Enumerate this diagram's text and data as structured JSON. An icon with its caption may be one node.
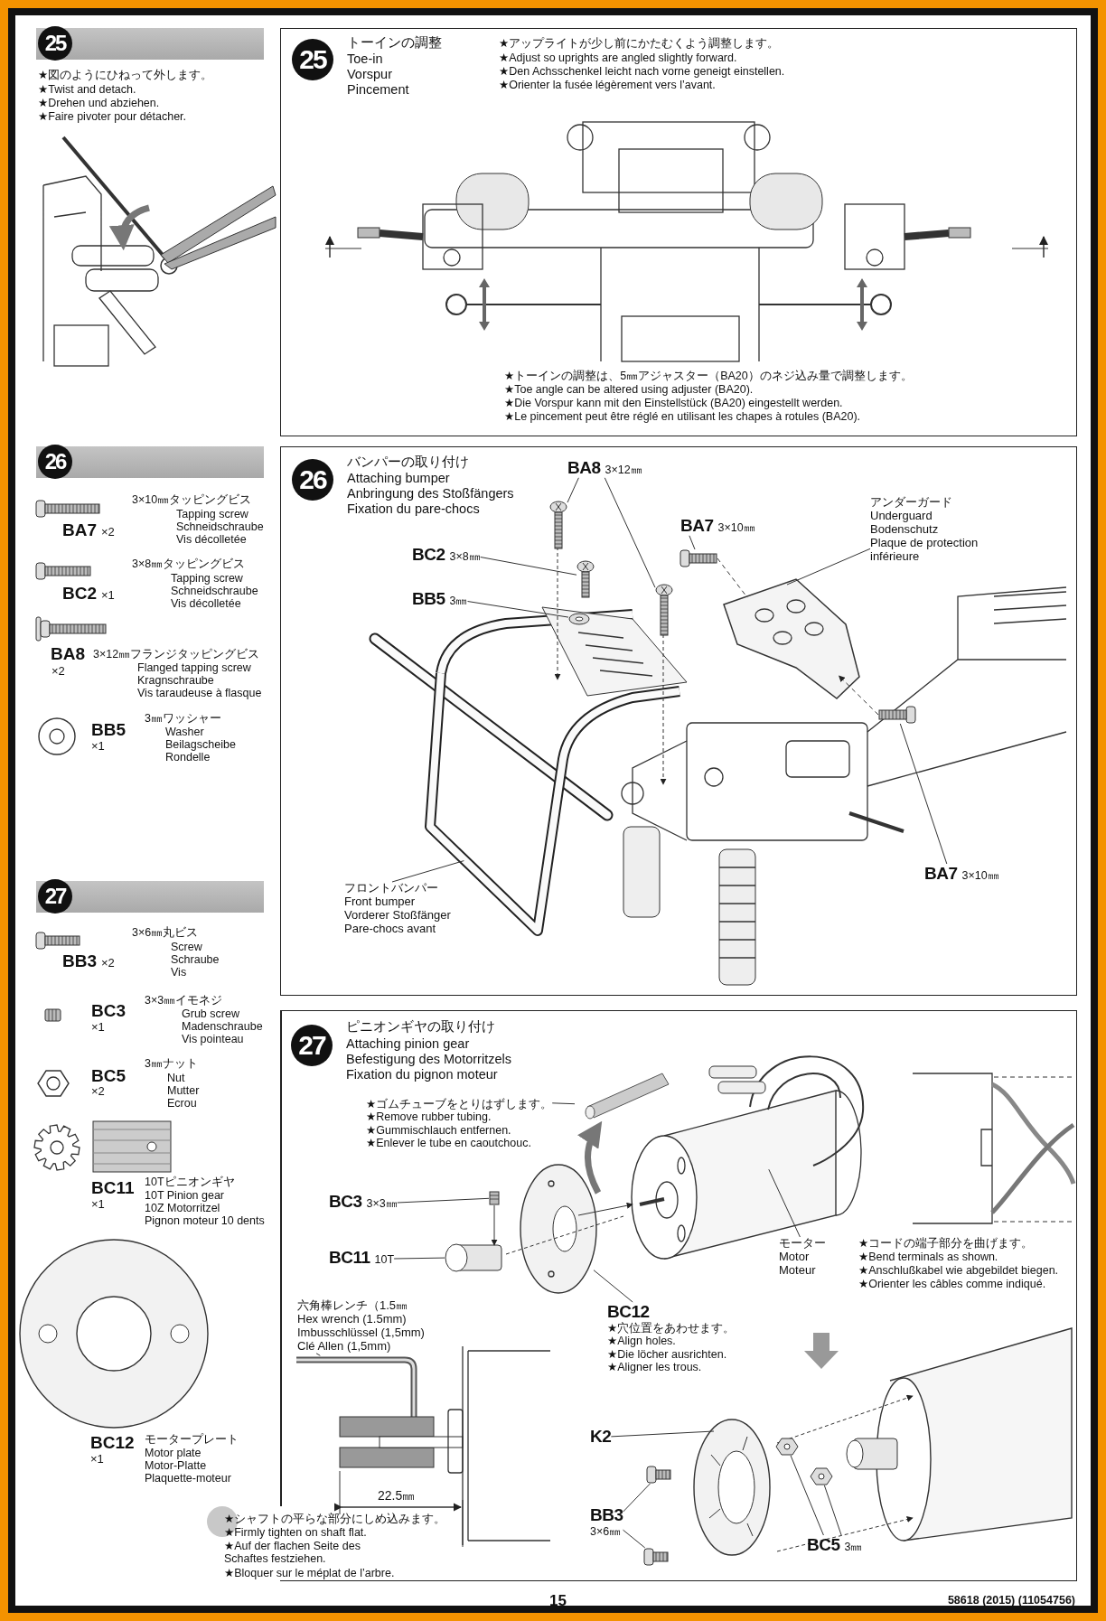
{
  "diagram": {
    "nodes": [
      {
        "text": [
          "25"
        ],
        "beside": [
          "★図のようにひねって外します。",
          "★Twist and detach.",
          "★Drehen und abziehen.",
          "★Faire pivoter pour détacher."
        ]
      },
      {
        "text": [
          "25",
          "トーインの調整",
          "Toe-in",
          "Vorspur",
          "Pincement",
          "★アップライトが少し前にかたむくよう調整します。",
          "★Adjust so uprights are angled slightly forward.",
          "★Den Achsschenkel leicht nach vorne geneigt einstellen.",
          "★Orienter la fusée légèrement vers l’avant.",
          "★トーインの調整は、5㎜アジャスター（BA20）のネジ込み量で調整します。",
          "★Toe angle can be altered using adjuster (BA20).",
          "★Die Vorspur kann mit den Einstellstück (BA20) eingestellt werden.",
          "★Le pincement peut être réglé en utilisant les chapes à rotules (BA20)."
        ]
      },
      {
        "text": [
          "26"
        ]
      },
      {
        "text": [
          "26",
          "バンパーの取り付け",
          "Attaching bumper",
          "Anbringung des Stoßfängers",
          "Fixation du pare-chocs"
        ]
      },
      {
        "text": [
          "BA8",
          "3×12㎜"
        ],
        "in": 3
      },
      {
        "text": [
          "BA7",
          "3×10㎜"
        ],
        "in": 3
      },
      {
        "text": [
          "BC2",
          "3×8㎜"
        ],
        "in": 3
      },
      {
        "text": [
          "BB5",
          "3㎜"
        ],
        "in": 3
      },
      {
        "text": [
          "アンダーガード",
          "Underguard",
          "Bodenschutz",
          "Plaque de protection inférieure"
        ],
        "in": 3
      },
      {
        "text": [
          "フロントバンパー",
          "Front bumper",
          "Vorderer Stoßfänger",
          "Pare-chocs avant"
        ],
        "in": 3
      },
      {
        "text": [
          "BA7",
          "3×10㎜"
        ],
        "in": 3
      },
      {
        "text": [
          "27"
        ]
      },
      {
        "text": [
          "27",
          "ピニオンギヤの取り付け",
          "Attaching pinion gear",
          "Befestigung des Motorritzels",
          "Fixation du pignon moteur",
          "★コードの端子部分を曲げます。",
          "★Bend terminals as shown.",
          "★Anschlußkabel wie abgebildet biegen.",
          "★Orienter les câbles comme indiqué."
        ]
      },
      {
        "text": [
          "★ゴムチューブをとりはずします。",
          "★Remove rubber tubing.",
          "★Gummischlauch entfernen.",
          "★Enlever le tube en caoutchouc."
        ],
        "in": 12
      },
      {
        "text": [
          "BC3",
          "3×3㎜"
        ],
        "in": 12
      },
      {
        "text": [
          "BC11",
          "10T"
        ],
        "in": 12
      },
      {
        "text": [
          "BC12",
          "★穴位置をあわせます。",
          "★Align holes.",
          "★Die löcher ausrichten.",
          "★Aligner les trous."
        ],
        "in": 12
      },
      {
        "text": [
          "モーター",
          "Motor",
          "Moteur"
        ],
        "in": 12
      },
      {
        "text": [
          "六角棒レンチ（1.5㎜",
          "Hex wrench (1.5mm)",
          "Imbusschlüssel (1,5mm)",
          "Clé Allen (1,5mm)"
        ],
        "in": 12
      },
      {
        "text": [
          "K2"
        ],
        "in": 12
      },
      {
        "text": [
          "BB3",
          "3×6㎜"
        ],
        "in": 12
      },
      {
        "text": [
          "BC5",
          "3㎜"
        ],
        "in": 12
      },
      {
        "text": [],
        "shape": "screw",
        "in": 3
      },
      {
        "text": [],
        "shape": "screw",
        "in": 3
      },
      {
        "text": [],
        "shape": "washer",
        "in": 3
      },
      {
        "text": [],
        "shape": "screw",
        "in": 3
      },
      {
        "text": [],
        "shape": "plate",
        "in": 3
      },
      {
        "text": [],
        "shape": "gear",
        "in": 12
      },
      {
        "text": [],
        "shape": "screw",
        "in": 12
      },
      {
        "text": [],
        "shape": "screw",
        "in": 12
      },
      {
        "text": [],
        "shape": "screw",
        "in": 3
      },
      {
        "text": [],
        "shape": "screw",
        "in": 12
      },
      {
        "text": [],
        "shape": "ring",
        "in": 12
      },
      {
        "text": [],
        "shape": "nut",
        "in": 12
      },
      {
        "text": [],
        "shape": "nut",
        "in": 12
      },
      {
        "text": [],
        "shape": "screw",
        "in": 3
      }
    ],
    "edges": [
      {
        "from": 4,
        "to": 22,
        "arrow": "none"
      },
      {
        "from": 4,
        "to": 23,
        "arrow": "none"
      },
      {
        "from": 6,
        "to": 30,
        "arrow": "none"
      },
      {
        "from": 7,
        "to": 24,
        "arrow": "none"
      },
      {
        "from": 5,
        "to": 25,
        "arrow": "none"
      },
      {
        "from": 8,
        "to": 26,
        "arrow": "none"
      },
      {
        "from": 9,
        "to": null,
        "arrow": "none"
      },
      {
        "from": 10,
        "to": 35,
        "arrow": "none"
      },
      {
        "from": 13,
        "to": null,
        "arrow": "none"
      },
      {
        "from": 14,
        "to": 31,
        "arrow": "none"
      },
      {
        "from": 15,
        "to": 27,
        "arrow": "none"
      },
      {
        "from": 16,
        "to": null,
        "arrow": "none"
      },
      {
        "from": 17,
        "to": null,
        "arrow": "none"
      },
      {
        "from": 18,
        "to": null,
        "arrow": "none"
      },
      {
        "from": 19,
        "to": 32,
        "arrow": "none"
      },
      {
        "from": 20,
        "to": 28,
        "arrow": "none"
      },
      {
        "from": 20,
        "to": 29,
        "arrow": "none"
      },
      {
        "from": 21,
        "to": 33,
        "arrow": "none"
      },
      {
        "from": 21,
        "to": 34,
        "arrow": "none"
      },
      {
        "from": 25,
        "to": 26,
        "arrow": "none",
        "style": "dashed"
      },
      {
        "from": 31,
        "to": 27,
        "arrow": "to"
      },
      {
        "from": 35,
        "to": 26,
        "arrow": "to",
        "style": "dashed"
      }
    ],
    "labels": [
      "BA7",
      "×2",
      "3×10㎜タッピングビス",
      "Tapping screw",
      "Schneidschraube",
      "Vis décolletée",
      "BC2",
      "×1",
      "3×8㎜タッピングビス",
      "Tapping screw",
      "Schneidschraube",
      "Vis décolletée",
      "BA8",
      "3×12㎜フランジタッピングビス",
      "×2",
      "Flanged tapping screw",
      "Kragnschraube",
      "Vis taraudeuse à flasque",
      "3㎜ワッシャー",
      "BB5",
      "Washer",
      "×1",
      "Beilagscheibe",
      "Rondelle",
      "3×6㎜丸ビス",
      "Screw",
      "BB3",
      "×2",
      "Schraube",
      "Vis",
      "3×3㎜イモネジ",
      "BC3",
      "Grub screw",
      "×1",
      "Madenschraube",
      "Vis pointeau",
      "3㎜ナット",
      "BC5",
      "Nut",
      "×2",
      "Mutter",
      "Ecrou",
      "BC11",
      "10Tピニオンギヤ",
      "×1",
      "10T Pinion gear",
      "10Z Motorritzel",
      "Pignon moteur 10 dents",
      "BC12",
      "モータープレート",
      "×1",
      "Motor plate",
      "Motor-Platte",
      "Plaquette-moteur",
      "22.5㎜",
      "★シャフトの平らな部分にしめ込みます。",
      "★Firmly tighten on shaft flat.",
      "★Auf der flachen Seite des Schaftes festziehen.",
      "★Bloquer sur le méplat de l’arbre.",
      "15",
      "58618 (2015) (11054756)"
    ]
  }
}
